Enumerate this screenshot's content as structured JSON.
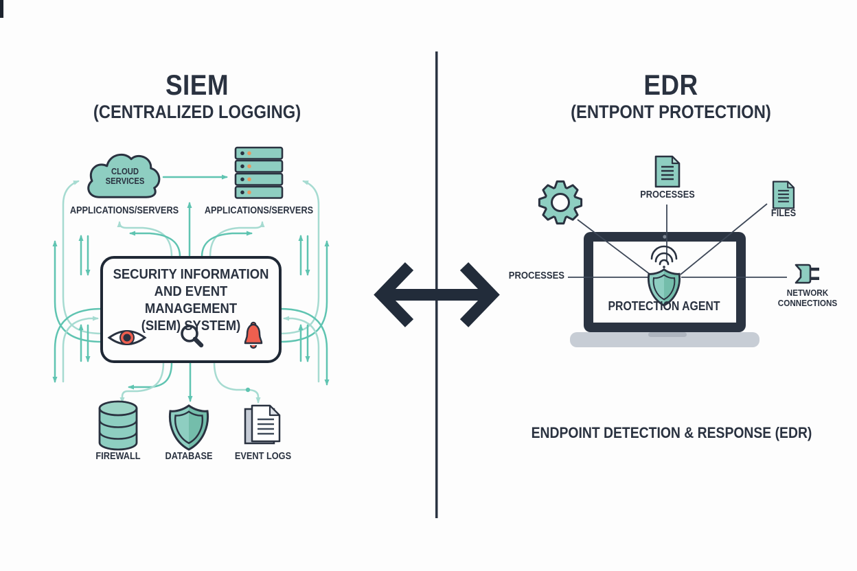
{
  "left": {
    "title": "SIEM",
    "subtitle": "(CENTRALIZED LOGGING)",
    "cloud": {
      "line1": "CLOUD",
      "line2": "SERVICES"
    },
    "apps_servers_left": "APPLICATIONS/SERVERS",
    "apps_servers_right": "APPLICATIONS/SERVERS",
    "siem_box": {
      "line1": "SECURITY INFORMATION",
      "line2": "AND EVENT",
      "line3": "MANAGEMENT",
      "line4": "(SIEM) SYSTEM)"
    },
    "firewall_label": "FIREWALL",
    "database_label": "DATABASE",
    "event_logs_label": "EVENT LOGS"
  },
  "right": {
    "title": "EDR",
    "subtitle": "(ENTPONT PROTECTION)",
    "processes_top_label": "PROCESSES",
    "files_label": "FILES",
    "processes_left_label": "PROCESSES",
    "network_connections": {
      "line1": "NETWORK",
      "line2": "CONNECTIONS"
    },
    "protection_agent_label": "PROTECTION AGENT",
    "footer": "ENDPOINT DETECTION & RESPONSE (EDR)"
  },
  "icons": {
    "left": [
      "cloud-icon",
      "server-rack-icon",
      "eye-icon",
      "magnifier-icon",
      "bell-icon",
      "database-cylinder-icon",
      "shield-icon",
      "documents-icon"
    ],
    "center": [
      "divider-line",
      "double-arrow-icon"
    ],
    "right": [
      "gear-icon",
      "document-icon",
      "document-icon",
      "laptop-icon",
      "wifi-icon",
      "shield-icon",
      "plug-icon"
    ]
  },
  "colors": {
    "teal": "#8ecec1",
    "teal_dark": "#74bdab",
    "arrow_light": "#a6dbd1",
    "arrow_mid": "#5fc4b1",
    "navy": "#2a3240",
    "accent_red": "#ee5f4f",
    "accent_orange": "#e9985f",
    "laptop_base_gray": "#c7cdd5"
  }
}
